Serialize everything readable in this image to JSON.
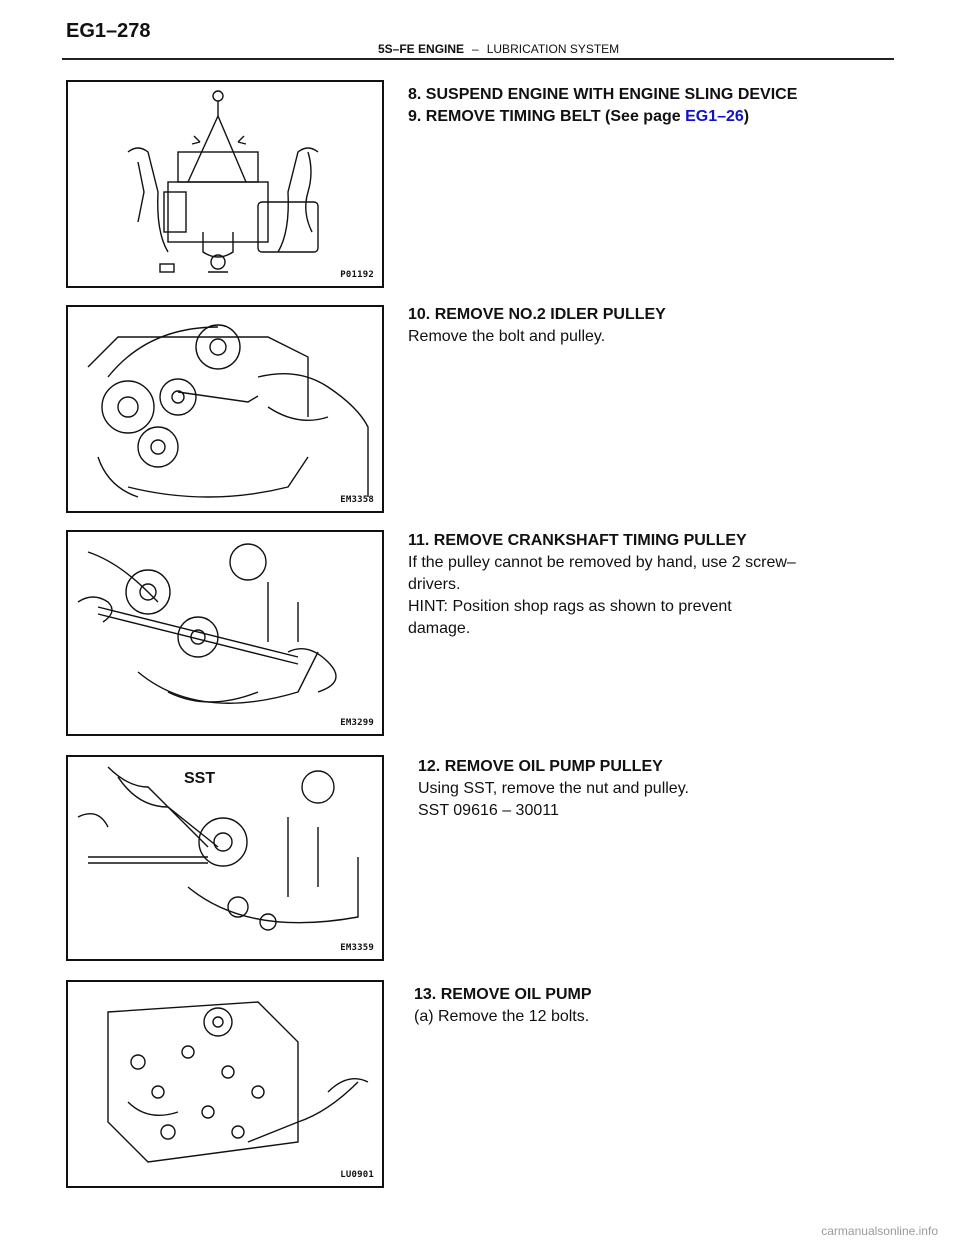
{
  "header": {
    "page_number": "EG1–278",
    "section": "5S–FE ENGINE",
    "separator": "–",
    "subsection": "LUBRICATION SYSTEM"
  },
  "figures": [
    {
      "code": "P01192"
    },
    {
      "code": "EM3358"
    },
    {
      "code": "EM3299"
    },
    {
      "code": "EM3359",
      "label": "SST"
    },
    {
      "code": "LU0901"
    }
  ],
  "steps": {
    "s8": {
      "title": "8. SUSPEND ENGINE WITH ENGINE SLING DEVICE"
    },
    "s9": {
      "title_prefix": "9. REMOVE TIMING BELT (See page ",
      "link": "EG1–26",
      "title_suffix": ")"
    },
    "s10": {
      "title": "10. REMOVE NO.2 IDLER PULLEY",
      "body": "Remove the bolt and pulley."
    },
    "s11": {
      "title": "11. REMOVE CRANKSHAFT TIMING PULLEY",
      "body1": "If the pulley cannot be removed by hand, use 2 screw–",
      "body2": "drivers.",
      "hint1": "HINT: Position shop rags as shown to prevent",
      "hint2": "damage."
    },
    "s12": {
      "title": "12. REMOVE OIL PUMP PULLEY",
      "body": "Using SST, remove the nut and pulley.",
      "sst": "SST 09616 – 30011"
    },
    "s13": {
      "title": "13. REMOVE OIL PUMP",
      "body": "(a) Remove the 12 bolts."
    }
  },
  "footer": {
    "watermark": "carmanualsonline.info"
  }
}
